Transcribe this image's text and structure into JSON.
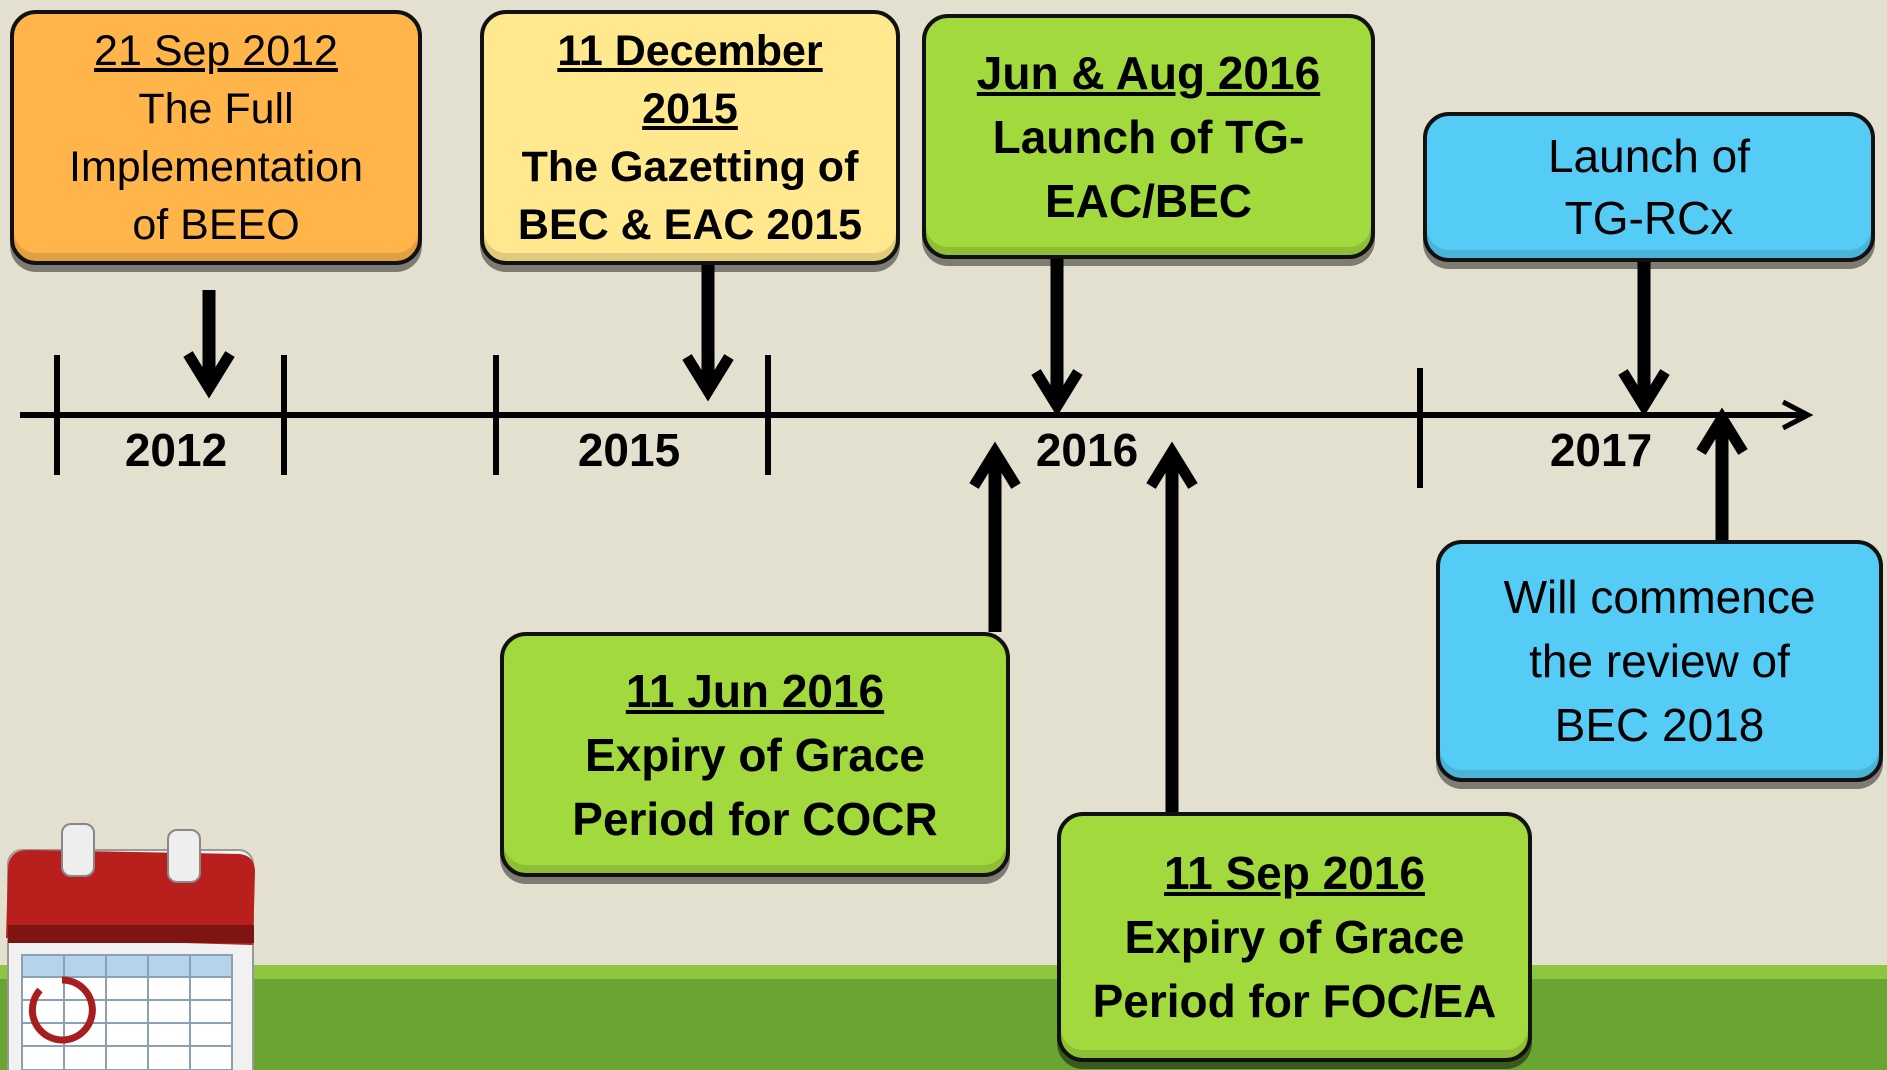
{
  "years": [
    "2012",
    "2015",
    "2016",
    "2017"
  ],
  "events": {
    "beeo": {
      "date": "21 Sep 2012",
      "lines": [
        "The Full",
        "Implementation",
        "of BEEO"
      ]
    },
    "gazetting": {
      "date_lines": [
        "11 December",
        "2015"
      ],
      "lines": [
        "The Gazetting of",
        "BEC & EAC 2015"
      ]
    },
    "tg_eac": {
      "date": "Jun & Aug 2016",
      "lines": [
        "Launch of TG-",
        "EAC/BEC"
      ]
    },
    "tg_rcx": {
      "lines": [
        "Launch of",
        "TG-RCx"
      ]
    },
    "cocr": {
      "date": "11 Jun 2016",
      "lines": [
        "Expiry of Grace",
        "Period for COCR"
      ]
    },
    "foc": {
      "date": "11 Sep 2016",
      "lines": [
        "Expiry of Grace",
        "Period for FOC/EA"
      ]
    },
    "review": {
      "lines": [
        "Will commence",
        "the review of",
        "BEC 2018"
      ]
    }
  },
  "colors": {
    "background": "#e3e0cf",
    "orange": "#ffb54a",
    "yellow": "#ffe88e",
    "green": "#a2d93d",
    "blue": "#55ccf6",
    "ground": "#6aa534"
  },
  "icons": {
    "calendar": "calendar-icon"
  }
}
